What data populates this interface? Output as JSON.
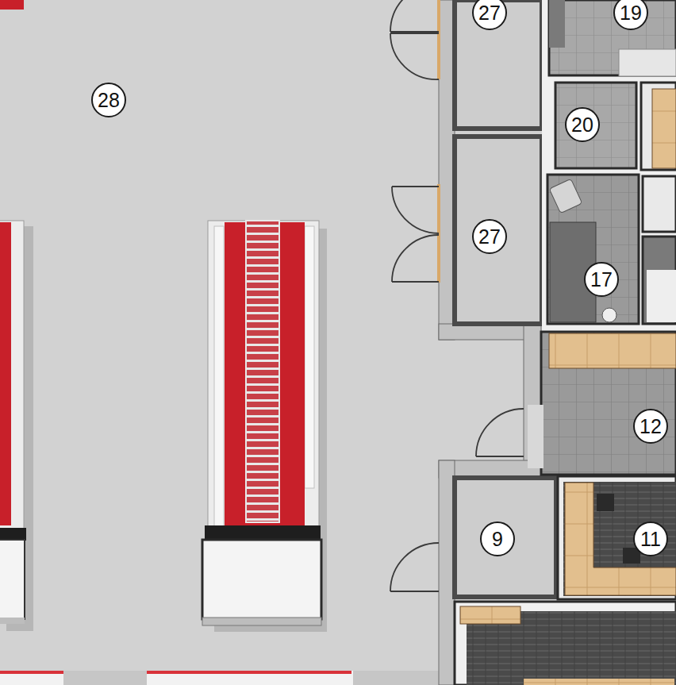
{
  "diagram": {
    "labels": [
      "27",
      "19",
      "28",
      "20",
      "27",
      "17",
      "12",
      "9",
      "11"
    ]
  }
}
